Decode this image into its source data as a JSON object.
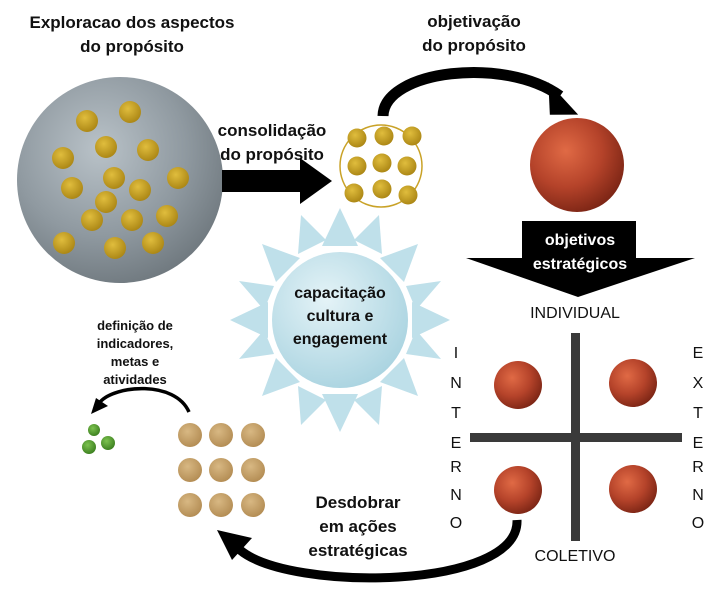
{
  "labels": {
    "explore_line1": "Exploracao dos aspectos",
    "explore_line2": "do propósito",
    "objetivacao_line1": "objetivação",
    "objetivacao_line2": "do propósito",
    "consolidacao_line1": "consolidação",
    "consolidacao_line2": "do propósito",
    "objetivos_line1": "objetivos",
    "objetivos_line2": "estratégicos",
    "center_line1": "capacitação",
    "center_line2": "cultura e",
    "center_line3": "engagement",
    "definicao_line1": "definição de",
    "definicao_line2": "indicadores,",
    "definicao_line3": "metas e",
    "definicao_line4": "atividades",
    "desdobrar_line1": "Desdobrar",
    "desdobrar_line2": "em ações",
    "desdobrar_line3": "estratégicas"
  },
  "quadrant": {
    "top": "INDIVIDUAL",
    "bottom": "COLETIVO",
    "left_letters": [
      "I",
      "N",
      "T",
      "E",
      "R",
      "N",
      "O"
    ],
    "right_letters": [
      "E",
      "X",
      "T",
      "E",
      "R",
      "N",
      "O"
    ]
  },
  "colors": {
    "gold_dot": "#c9a227",
    "tan_dot": "#c8a46a",
    "green_dot": "#4c9a2a",
    "red_sphere": "#b5432a",
    "sun": "#bfe0ea",
    "arrow": "#000000",
    "axis": "#3a3a3a"
  }
}
